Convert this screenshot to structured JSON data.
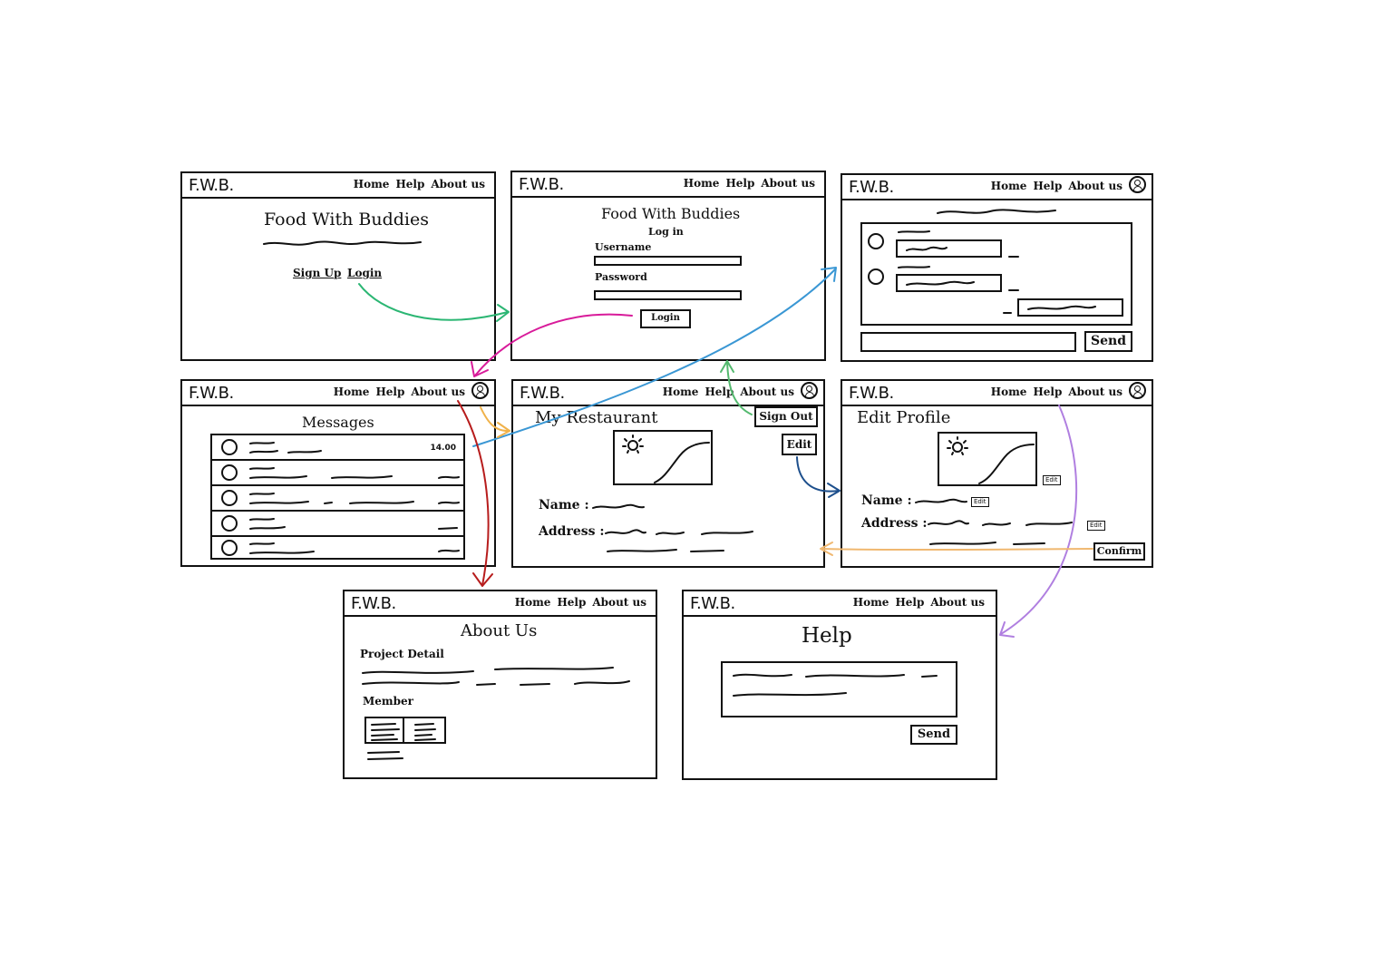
{
  "nav": {
    "brand": "F.W.B.",
    "home": "Home",
    "help": "Help",
    "about": "About us"
  },
  "screens": {
    "landing": {
      "title": "Food With Buddies",
      "signup": "Sign Up",
      "login": "Login"
    },
    "login": {
      "title": "Food With Buddies",
      "subtitle": "Log in",
      "username_label": "Username",
      "password_label": "Password",
      "button": "Login"
    },
    "chat": {
      "send": "Send"
    },
    "messages": {
      "title": "Messages",
      "first_time": "14.00"
    },
    "restaurant": {
      "title": "My Restaurant",
      "signout": "Sign Out",
      "edit": "Edit",
      "name_label": "Name :",
      "address_label": "Address :"
    },
    "edit_profile": {
      "title": "Edit Profile",
      "edit_small": "Edit",
      "name_label": "Name :",
      "address_label": "Address :",
      "confirm": "Confirm"
    },
    "about": {
      "title": "About Us",
      "project_detail": "Project Detail",
      "member": "Member"
    },
    "help": {
      "title": "Help",
      "send": "Send"
    }
  },
  "arrow_colors": {
    "green": "#2bb673",
    "magenta": "#d81b9a",
    "blue": "#3a97d4",
    "orange": "#f0b24a",
    "red": "#b71c1c",
    "navy": "#1d4f8c",
    "light_green": "#53b96e",
    "purple": "#b07fe0",
    "peach": "#f0b870"
  }
}
